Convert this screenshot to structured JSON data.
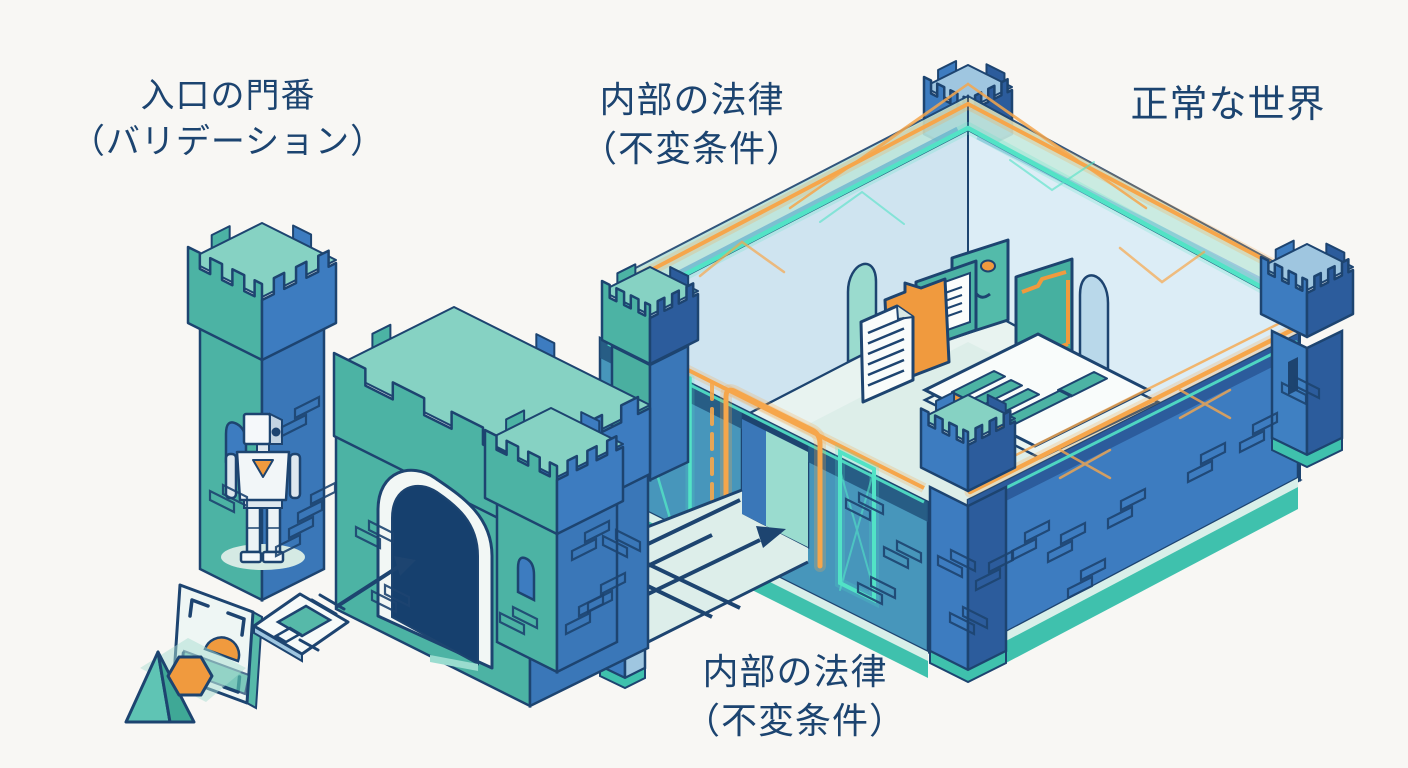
{
  "figure": {
    "description": "Isometric illustration: a castle gate with a robot gatekeeper validating shapes, a path leading into a walled fortress whose interior holds documents, protected by glowing invariant force-field frames"
  },
  "labels": {
    "gatekeeper": {
      "line1": "入口の門番",
      "line2": "（バリデーション）"
    },
    "invariants_top": {
      "line1": "内部の法律",
      "line2": "（不変条件）"
    },
    "normal_world": {
      "line1": "正常な世界"
    },
    "invariants_bottom": {
      "line1": "内部の法律",
      "line2": "（不変条件）"
    }
  },
  "colors": {
    "navy": "#1d4470",
    "ink": "#1c4470",
    "teal": "#4cb3a4",
    "teal_light": "#86d2c3",
    "teal_bright": "#3fc1ad",
    "teal_pale": "#ddeeea",
    "blue": "#3d7cc0",
    "blue_dark": "#2c5c9c",
    "blue_soft": "#9fc6e0",
    "wall_left": "#cfe4f0",
    "wall_right": "#dcedf6",
    "glass": "#b9e4db",
    "orange": "#f09a3e",
    "glow_orange": "#f6a64b",
    "glow_teal": "#52e3c6",
    "paper": "#f9fcfb",
    "floor": "#e8f3f0",
    "floor_inner": "#d7ebe5",
    "background": "#f8f7f4"
  }
}
